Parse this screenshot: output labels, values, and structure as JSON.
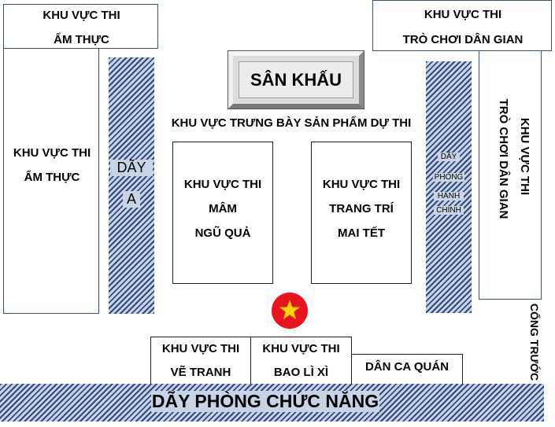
{
  "areas": {
    "top_left_cuisine": [
      "KHU VỰC THI",
      "ẨM THỰC"
    ],
    "left_cuisine": [
      "KHU VỰC THI",
      "ẨM THỰC"
    ],
    "top_right_folk_games": [
      "KHU VỰC THI",
      "TRÒ CHƠI DÂN GIAN"
    ],
    "right_folk_games_vertical": [
      "KHU VỰC THI",
      "TRÒ CHƠI DÂN GIAN"
    ],
    "stage": "SÂN KHẤU",
    "exhibition_title": "KHU VỰC TRƯNG BÀY SẢN PHẨM DỰ THI",
    "five_fruit_tray": [
      "KHU VỰC THI",
      "MÂM",
      "NGŨ QUẢ"
    ],
    "tet_decoration": [
      "KHU VỰC THI",
      "TRANG TRÍ",
      "MAI TẾT"
    ],
    "painting": [
      "KHU VỰC THI",
      "VẼ TRANH"
    ],
    "lucky_money": [
      "KHU VỰC THI",
      "BAO LÌ XÌ"
    ],
    "folk_song": "DÂN CA QUÁN",
    "block_a": [
      "DÃY",
      "A"
    ],
    "admin_block": [
      "DÃY",
      "PHÒNG",
      "HÀNH",
      "CHÍNH"
    ],
    "function_rooms": "DÃY PHÒNG CHỨC NĂNG",
    "front_gate": "CỔNG TRƯỚC"
  },
  "colors": {
    "flag_red": "#e8141c",
    "flag_star": "#ffd400",
    "hatch_line": "#2f4a7c",
    "border": "#3c4f7a"
  },
  "icons": {
    "flag": "vietnam-flag-icon"
  }
}
